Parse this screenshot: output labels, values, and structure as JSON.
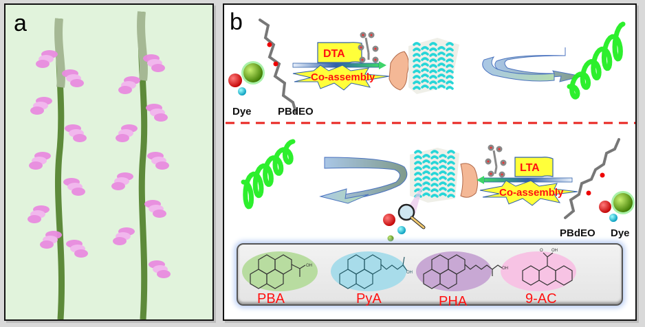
{
  "panel_a": {
    "label": "a",
    "subject": "twisted-orchid-spiral-flower",
    "background_color": "#e1f3dc",
    "flower_color": "#e98be0",
    "stem_color": "#5d8a3a"
  },
  "panel_b": {
    "label": "b",
    "divider_color": "#e8231e",
    "top_row": {
      "dye_label": "Dye",
      "polymer_label": "PBdEO",
      "acid_label": "DTA",
      "process_label": "Co-assembly",
      "direction": "left-to-right",
      "output_helix": "left-handed"
    },
    "bottom_row": {
      "dye_label": "Dye",
      "polymer_label": "PBdEO",
      "acid_label": "LTA",
      "process_label": "Co-assembly",
      "direction": "right-to-left",
      "output_helix": "right-handed"
    },
    "dyes": [
      {
        "name": "PBA",
        "color": "#b8dca0"
      },
      {
        "name": "PyA",
        "color": "#a8dcea"
      },
      {
        "name": "PHA",
        "color": "#c8a8d4"
      },
      {
        "name": "9-AC",
        "color": "#f7c3e4"
      }
    ],
    "text_color": "#ff1010",
    "label_box_color": "#ffff3a",
    "helix_color": "#22ee22",
    "fiber_color": "#27d6d8"
  }
}
